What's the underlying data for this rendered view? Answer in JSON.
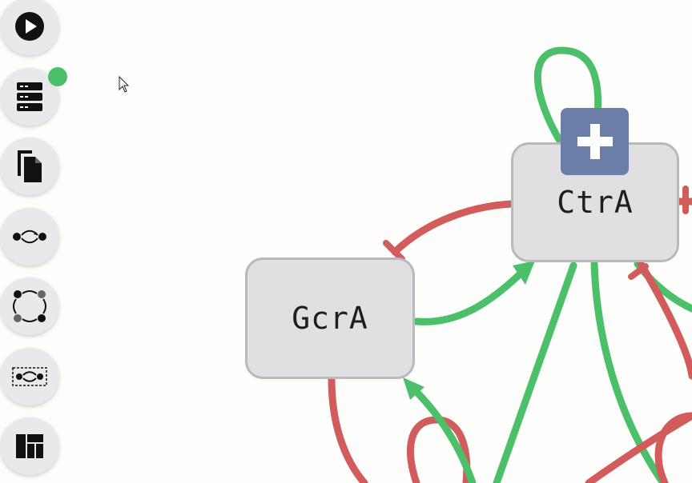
{
  "toolbar": {
    "buttons": [
      {
        "name": "play-button",
        "icon": "play-icon"
      },
      {
        "name": "database-button",
        "icon": "database-icon"
      },
      {
        "name": "files-button",
        "icon": "copy-icon"
      },
      {
        "name": "edge-button",
        "icon": "edge-icon"
      },
      {
        "name": "cycle-button",
        "icon": "cycle-icon"
      },
      {
        "name": "selection-button",
        "icon": "selection-icon"
      },
      {
        "name": "layout-button",
        "icon": "layout-icon"
      }
    ],
    "status_color": "#4cbf6a"
  },
  "graph": {
    "nodes": [
      {
        "id": "ctra",
        "label": "CtrA"
      },
      {
        "id": "gcra",
        "label": "GcrA"
      }
    ],
    "colors": {
      "activation": "#4cbf6a",
      "inhibition": "#d25b5b",
      "node_fill": "#e0e0e2",
      "add_button": "#6a7ea8"
    }
  }
}
